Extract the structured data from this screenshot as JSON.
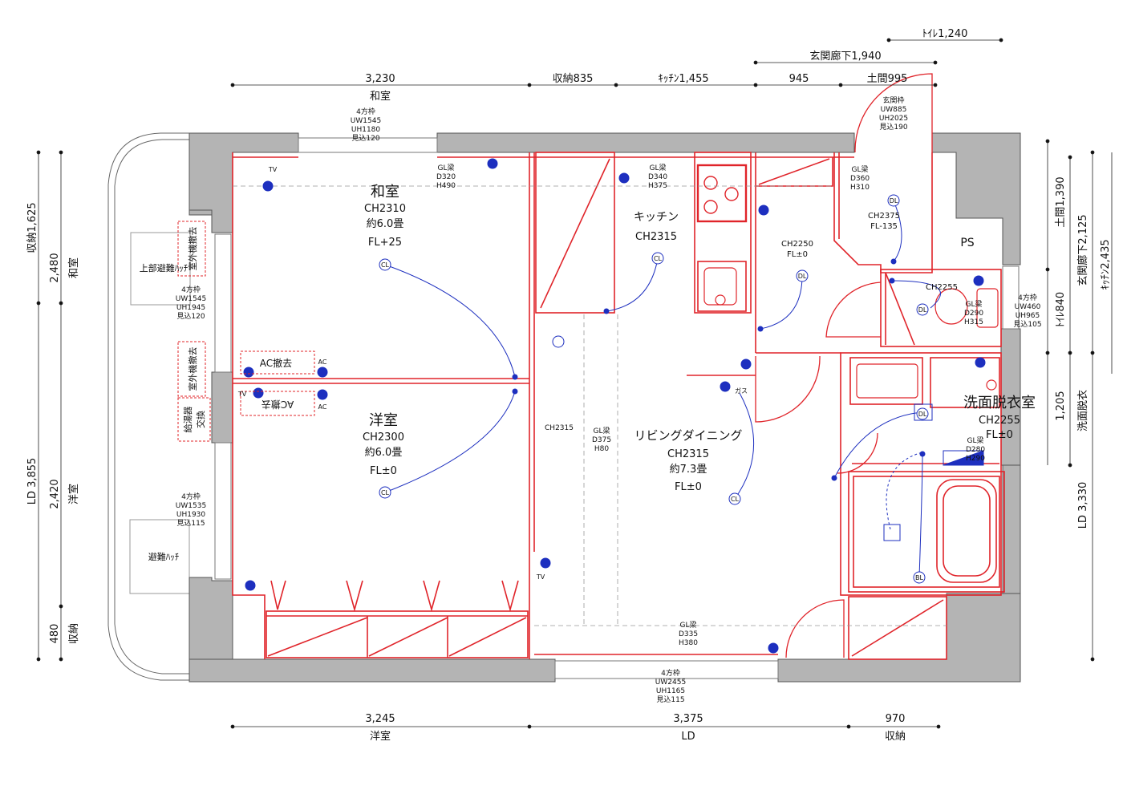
{
  "dimensions": {
    "top": [
      "3,230",
      "収納835",
      "ｷｯﾁﾝ1,455",
      "945",
      "土間995"
    ],
    "top_sub": "和室",
    "entrance_hall": "玄関廊下1,940",
    "toilet_width": "ﾄｲﾚ1,240",
    "bottom": [
      "3,245",
      "3,375",
      "970"
    ],
    "bottom_sub": [
      "洋室",
      "LD",
      "収納"
    ],
    "left_outer": [
      "収納1,625",
      "LD 3,855"
    ],
    "left_inner": [
      "2,480",
      "2,420",
      "480"
    ],
    "left_room": [
      "和室",
      "洋室",
      "収納"
    ],
    "right_a": [
      "土間1,390",
      "ﾄｲﾚ840",
      "1,205",
      "LD 3,330"
    ],
    "right_b": [
      "玄関廊下2,125",
      "洗面脱衣"
    ],
    "right_c": "ｷｯﾁﾝ2,435"
  },
  "rooms": {
    "washitsu": {
      "name": "和室",
      "ch": "CH2310",
      "area": "約6.0畳",
      "fl": "FL+25"
    },
    "youshitsu": {
      "name": "洋室",
      "ch": "CH2300",
      "area": "約6.0畳",
      "fl": "FL±0"
    },
    "kitchen": {
      "name": "キッチン",
      "ch": "CH2315"
    },
    "ldk": {
      "name": "リビングダイニング",
      "ch": "CH2315",
      "area": "約7.3畳",
      "fl": "FL±0"
    },
    "washroom": {
      "name": "洗面脱衣室",
      "ch": "CH2255",
      "fl": "FL±0"
    },
    "hall": {
      "ch": "CH2250",
      "fl": "FL±0"
    },
    "genkan": {
      "ch": "CH2375",
      "fl": "FL-135"
    },
    "toilet_ch": "CH2255",
    "closet_ch": "CH2315",
    "ps": "PS"
  },
  "windows": {
    "w1": [
      "4方枠",
      "UW1545",
      "UH1180",
      "見込120"
    ],
    "w2": [
      "4方枠",
      "UW1545",
      "UH1945",
      "見込120"
    ],
    "w3": [
      "4方枠",
      "UW1535",
      "UH1930",
      "見込115"
    ],
    "w4": [
      "4方枠",
      "UW2455",
      "UH1165",
      "見込115"
    ],
    "w5": [
      "4方枠",
      "UW460",
      "UH965",
      "見込105"
    ],
    "door": [
      "玄関枠",
      "UW885",
      "UH2025",
      "見込190"
    ]
  },
  "beams": {
    "b1": [
      "GL梁",
      "D320",
      "H490"
    ],
    "b2": [
      "GL梁",
      "D340",
      "H375"
    ],
    "b3": [
      "GL梁",
      "D360",
      "H310"
    ],
    "b4": [
      "GL梁",
      "D375",
      "H80"
    ],
    "b5": [
      "GL梁",
      "D335",
      "H380"
    ],
    "b6": [
      "GL梁",
      "D290",
      "H315"
    ],
    "b7": [
      "GL梁",
      "D280",
      "H290"
    ]
  },
  "balcony": {
    "hatch_top": "上部避難ﾊｯﾁ",
    "hatch": "避難ﾊｯﾁ",
    "outdoor_unit_1": "室外機撤去",
    "outdoor_unit_2": "室外機撤去",
    "water_heater_1": "給湯器",
    "water_heater_2": "交換"
  },
  "annotations": {
    "ac1": "AC撤去",
    "ac2": "AC撤去"
  },
  "symbols": {
    "cl": "CL",
    "dl": "DL",
    "bl": "BL",
    "tv": "TV",
    "ac": "AC",
    "gas": "ガス"
  },
  "colors": {
    "wall": "#b4b4b4",
    "wall_edge": "#555555",
    "red": "#e0242a",
    "blue": "#1d2fbf",
    "dim": "#111111"
  }
}
